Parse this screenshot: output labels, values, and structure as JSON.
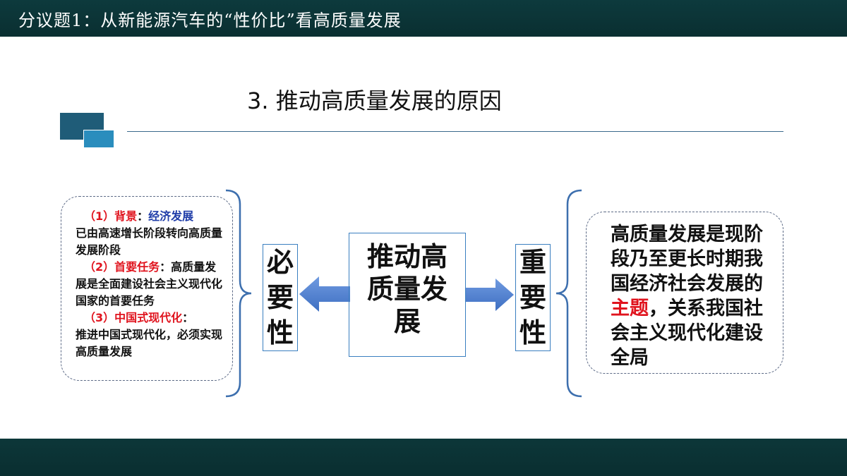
{
  "header": {
    "title": "分议题1：从新能源汽车的“性价比”看高质量发展"
  },
  "section": {
    "title": "3. 推动高质量发展的原因"
  },
  "left": {
    "p1_label": "（1）背景",
    "p1_colon": "：",
    "p1_key": "经济发展",
    "p1_text": "已由高速增长阶段转向高质量发展阶段",
    "p2_label": "（2）首要任务",
    "p2_text": "：高质量发展是全面建设社会主义现代化国家的首要任务",
    "p3_label": "（3）中国式现代化",
    "p3_colon": "：",
    "p3_text": "推进中国式现代化，必须实现高质量发展"
  },
  "necessity": [
    "必",
    "要",
    "性"
  ],
  "center": [
    "推动高",
    "质量发",
    "展"
  ],
  "importance": [
    "重",
    "要",
    "性"
  ],
  "right": {
    "text_before": "高质量发展是现阶段乃至更长时期我国经济社会发展的",
    "highlight": "主题",
    "text_after": "，关系我国社会主义现代化建设全局"
  },
  "colors": {
    "header_bg": "#0d3a3d",
    "accent_blue": "#4a7fc8",
    "highlight_red": "#e0141e",
    "key_blue": "#1f3ca8"
  }
}
